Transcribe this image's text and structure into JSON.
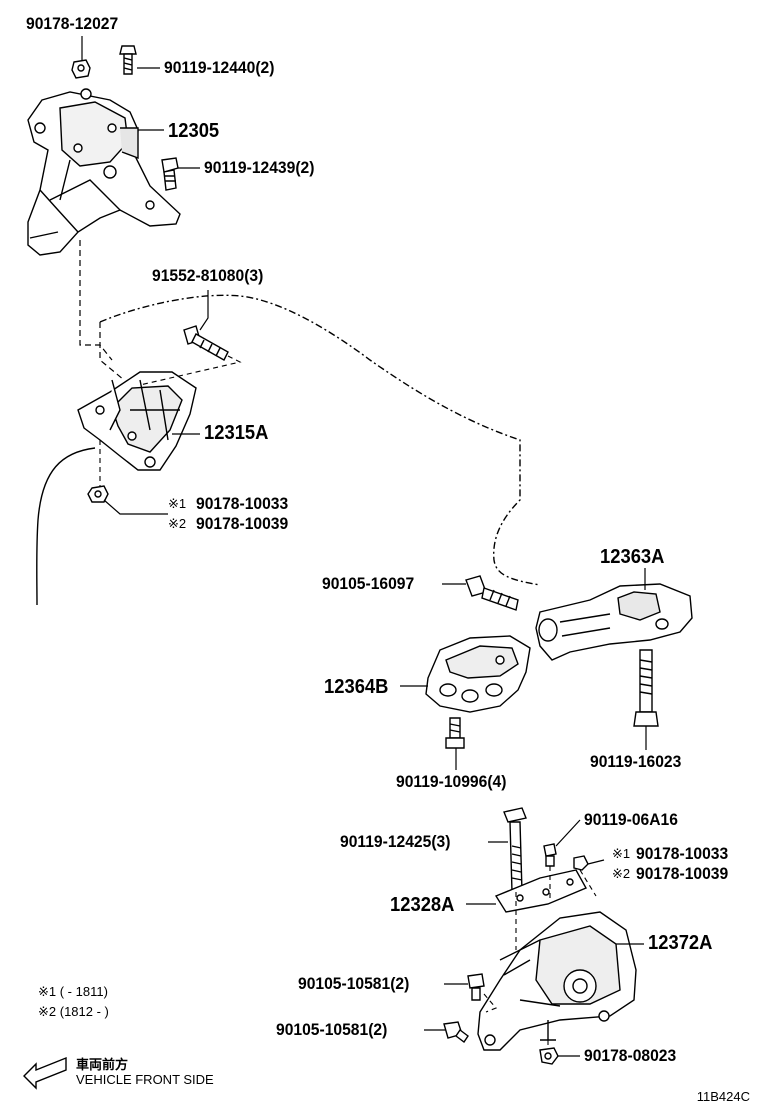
{
  "parts": {
    "p90178_12027": "90178-12027",
    "p90119_12440": "90119-12440(2)",
    "p12305": "12305",
    "p90119_12439": "90119-12439(2)",
    "p91552_81080": "91552-81080(3)",
    "p12315A": "12315A",
    "p90178_10033_a": "90178-10033",
    "p90178_10039_a": "90178-10039",
    "p12363A": "12363A",
    "p90105_16097": "90105-16097",
    "p12364B": "12364B",
    "p90119_16023": "90119-16023",
    "p90119_10996": "90119-10996(4)",
    "p90119_12425": "90119-12425(3)",
    "p90119_06A16": "90119-06A16",
    "p90178_10033_b": "90178-10033",
    "p90178_10039_b": "90178-10039",
    "p12328A": "12328A",
    "p12372A": "12372A",
    "p90105_10581_a": "90105-10581(2)",
    "p90105_10581_b": "90105-10581(2)",
    "p90178_08023": "90178-08023"
  },
  "marks": {
    "m1": "※1",
    "m2": "※2"
  },
  "notes": {
    "n1": "※1 (        - 1811)",
    "n2": "※2 (1812 -          )"
  },
  "front": {
    "jp": "車両前方",
    "en": "VEHICLE FRONT SIDE"
  },
  "figure_id": "11B424C"
}
